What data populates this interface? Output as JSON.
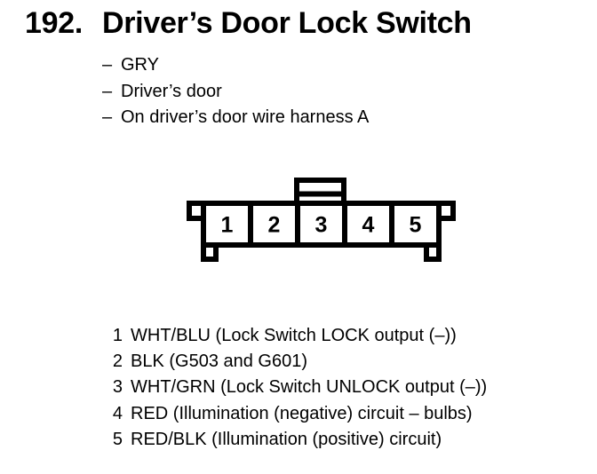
{
  "page": {
    "background": "#ffffff",
    "text_color": "#000000"
  },
  "header": {
    "number": "192.",
    "title": "Driver’s Door Lock Switch"
  },
  "details_bullet": "–",
  "details": [
    "GRY",
    "Driver’s door",
    "On driver’s door wire harness A"
  ],
  "connector": {
    "description": "5-cavity connector, front view, latch tab on top",
    "outline_color": "#000000",
    "fill_color": "#ffffff",
    "pin_labels": [
      "1",
      "2",
      "3",
      "4",
      "5"
    ]
  },
  "pinout": [
    {
      "pin": "1",
      "description": "WHT/BLU (Lock Switch LOCK output (–))"
    },
    {
      "pin": "2",
      "description": "BLK (G503 and G601)"
    },
    {
      "pin": "3",
      "description": "WHT/GRN (Lock Switch UNLOCK output (–))"
    },
    {
      "pin": "4",
      "description": "RED (Illumination (negative) circuit – bulbs)"
    },
    {
      "pin": "5",
      "description": "RED/BLK (Illumination (positive) circuit)"
    }
  ]
}
